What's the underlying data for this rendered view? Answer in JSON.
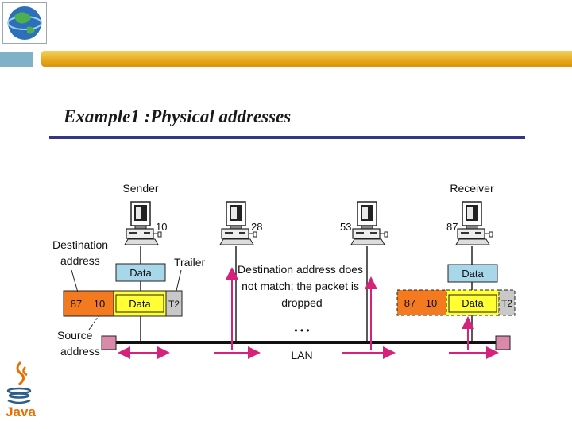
{
  "slide": {
    "title": "Example1 :Physical addresses"
  },
  "diagram": {
    "sender_label": "Sender",
    "receiver_label": "Receiver",
    "stations": [
      {
        "address": "10"
      },
      {
        "address": "28"
      },
      {
        "address": "53"
      },
      {
        "address": "87"
      }
    ],
    "data_label": "Data",
    "frame": {
      "destination": "87",
      "source": "10",
      "data": "Data",
      "trailer": "T2"
    },
    "labels": {
      "destination_address": [
        "Destination",
        "address"
      ],
      "source_address": [
        "Source",
        "address"
      ],
      "trailer": "Trailer",
      "note": [
        "Destination address does",
        "not match; the packet is",
        "dropped"
      ],
      "lan": "LAN",
      "dots": "• • •"
    },
    "colors": {
      "frame_orange": "#f47a20",
      "data_yellow": "#ffff33",
      "data_blue": "#a9d7ea",
      "trailer_gray": "#c8c8c8",
      "arrow_magenta": "#d6227a",
      "terminator_pink": "#d98aa8"
    }
  },
  "icons": [
    "globe-logo-icon",
    "java-logo-icon",
    "computer-icon"
  ],
  "java_logo_text": "Java"
}
